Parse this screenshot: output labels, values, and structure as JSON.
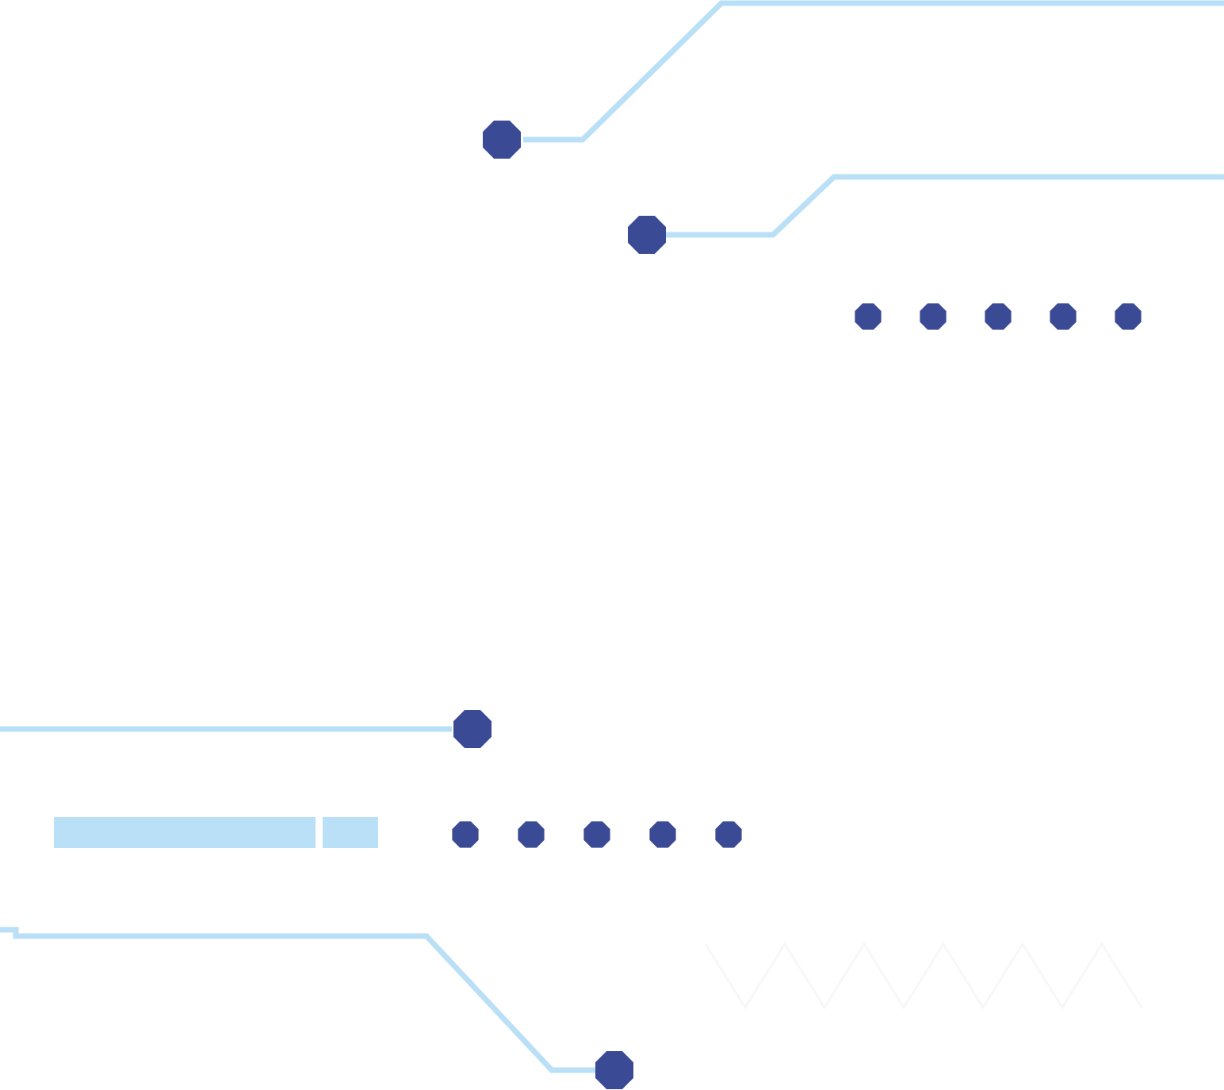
{
  "illustration": {
    "subject": "circuit-board-trace-graphic",
    "colors": {
      "background": "#ffffff",
      "trace": "#b9e0f6",
      "node": "#3a4a94",
      "watermark": "#f6f6f6"
    },
    "icons": {
      "node": "circuit-node-icon",
      "dot": "pad-dot-icon"
    },
    "counts": {
      "upper_dot_row": 5,
      "lower_dot_row": 5,
      "trace_nodes": 4,
      "bars": 2
    }
  }
}
